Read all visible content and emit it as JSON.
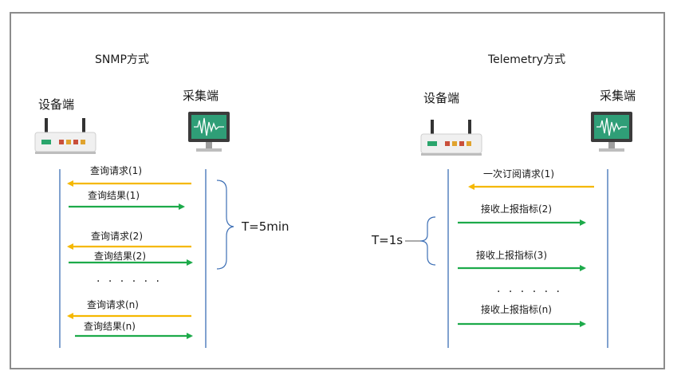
{
  "snmp": {
    "title": "SNMP方式",
    "device_label": "设备端",
    "collector_label": "采集端",
    "messages": [
      "查询请求(1)",
      "查询结果(1)",
      "查询请求(2)",
      "查询结果(2)",
      "查询请求(n)",
      "查询结果(n)"
    ],
    "ellipsis": "· · · · · ·",
    "interval": "T=5min"
  },
  "telemetry": {
    "title": "Telemetry方式",
    "device_label": "设备端",
    "collector_label": "采集端",
    "messages": [
      "一次订阅请求(1)",
      "接收上报指标(2)",
      "接收上报指标(3)",
      "接收上报指标(n)"
    ],
    "ellipsis": "· · · · · ·",
    "interval": "T=1s"
  },
  "colors": {
    "request_arrow": "#f5b800",
    "response_arrow": "#1daa4a",
    "lifeline": "#3d6fb5",
    "frame": "#8c8c8c"
  }
}
